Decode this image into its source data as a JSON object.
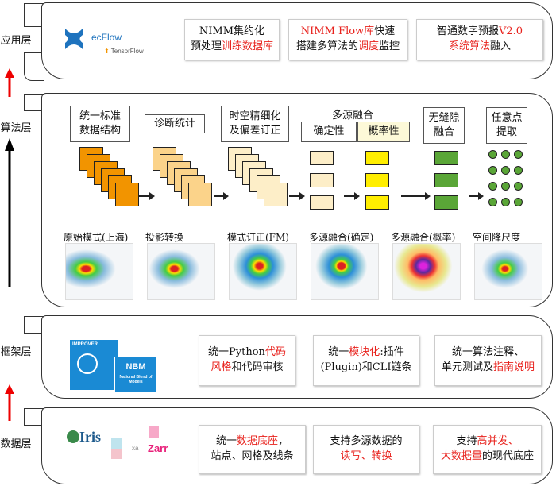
{
  "layers": {
    "app": "应用层",
    "algo": "算法层",
    "framework": "框架层",
    "data": "数据层"
  },
  "app": {
    "logos": {
      "ecflow": "ecFlow",
      "tensorflow": "TensorFlow"
    },
    "boxes": [
      {
        "l1a": "NIMM集约化",
        "l2a": "预处理",
        "l2b": "训练数据库"
      },
      {
        "l1a": "NIMM Flow库",
        "l1b": "快速",
        "l2a": "搭建多算法的",
        "l2b": "调度",
        "l2c": "监控"
      },
      {
        "l1a": "智通数字预报",
        "l1b": "V2.0",
        "l2a": "系统算法",
        "l2b": "融入"
      }
    ]
  },
  "algo": {
    "steps": [
      {
        "l1": "统一标准",
        "l2": "数据结构"
      },
      {
        "l1": "诊断统计"
      },
      {
        "l1": "时空精细化",
        "l2": "及偏差订正"
      },
      {
        "title": "多源融合",
        "a": "确定性",
        "b": "概率性"
      },
      {
        "l1": "无缝隙",
        "l2": "融合"
      },
      {
        "l1": "任意点",
        "l2": "提取"
      }
    ],
    "maps": [
      "原始模式(上海)",
      "投影转换",
      "模式订正(FM)",
      "多源融合(确定)",
      "多源融合(概率)",
      "空间降尺度"
    ]
  },
  "framework": {
    "logos": {
      "improver": "IMPROVER",
      "nbm": "NBM",
      "nbm_sub": "National Blend of Models"
    },
    "boxes": [
      {
        "a": "统一Python",
        "b": "代码",
        "c": "风格",
        "d": "和代码审核"
      },
      {
        "a": "统一",
        "b": "模块化",
        "c": ":插件",
        "d": "(Plugin)和CLI链条"
      },
      {
        "a": "统一算法注释、",
        "b": "单元测试及",
        "c": "指南说明"
      }
    ]
  },
  "data": {
    "logos": {
      "iris": "Iris",
      "xa": "xa",
      "zarr": "Zarr"
    },
    "boxes": [
      {
        "a": "统一",
        "b": "数据底座",
        "c": "，",
        "d": "站点、网格及线条"
      },
      {
        "a": "支持多源数据的",
        "b": "读写、转换"
      },
      {
        "a": "支持",
        "b": "高并发、",
        "c": "大数据量",
        "d": "的现代底座"
      }
    ]
  },
  "colors": {
    "accent_red": "#e8211c",
    "orange": "#f29400",
    "light_orange": "#fbd38a",
    "pale": "#fdeec8",
    "yellow": "#ffee00",
    "green": "#5aa637"
  }
}
